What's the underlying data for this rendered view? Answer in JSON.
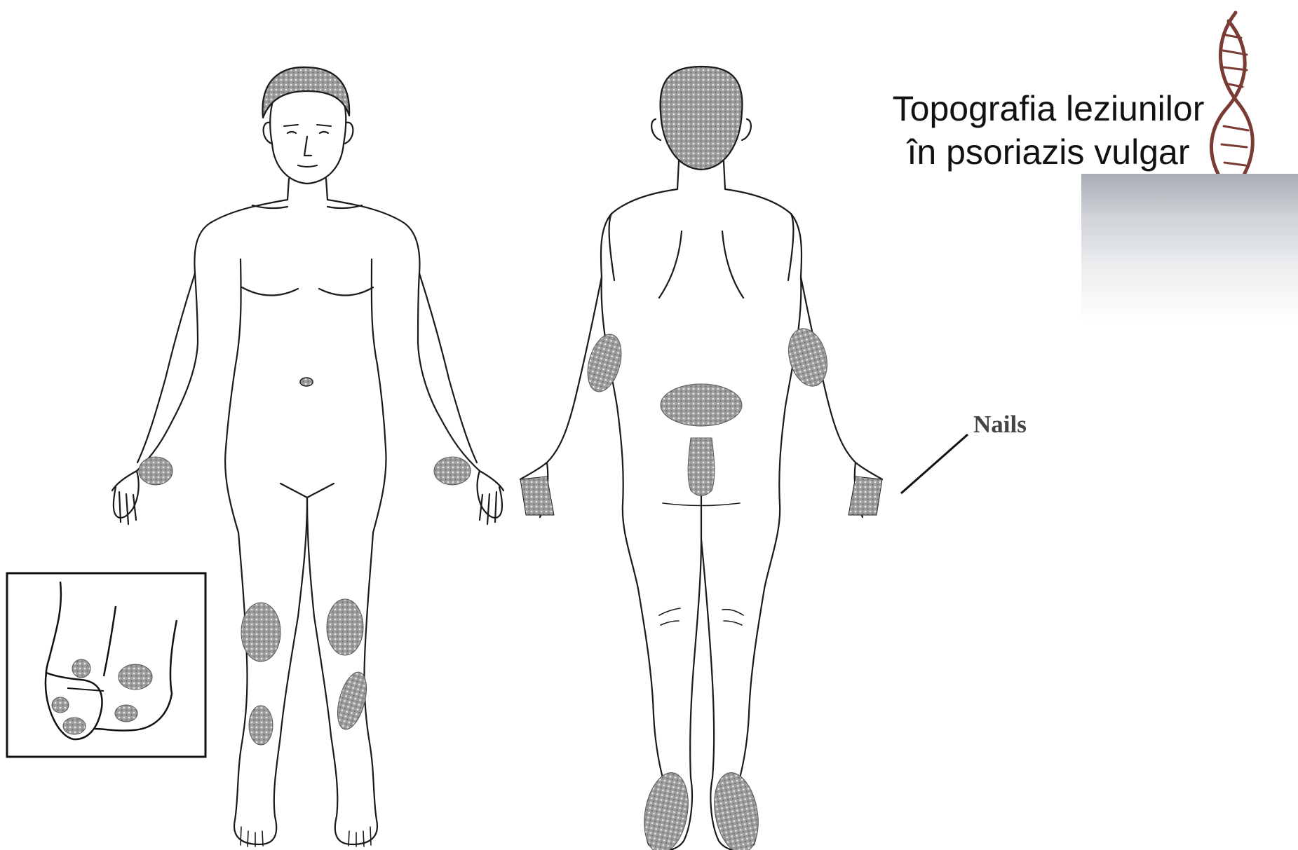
{
  "title": {
    "line1": "Topografia leziunilor",
    "line2": "în psoriazis vulgar"
  },
  "labels": {
    "nails": "Nails"
  },
  "figures": {
    "front": "front-view",
    "back": "back-view",
    "inset": "toe-detail-inset"
  },
  "icons": {
    "decoration": "dna-helix-icon"
  },
  "colors": {
    "outline": "#1a1a1a",
    "lesion": "#8f8f8f",
    "helix": "#7a3b34",
    "glare_top": "#a9adb4"
  }
}
